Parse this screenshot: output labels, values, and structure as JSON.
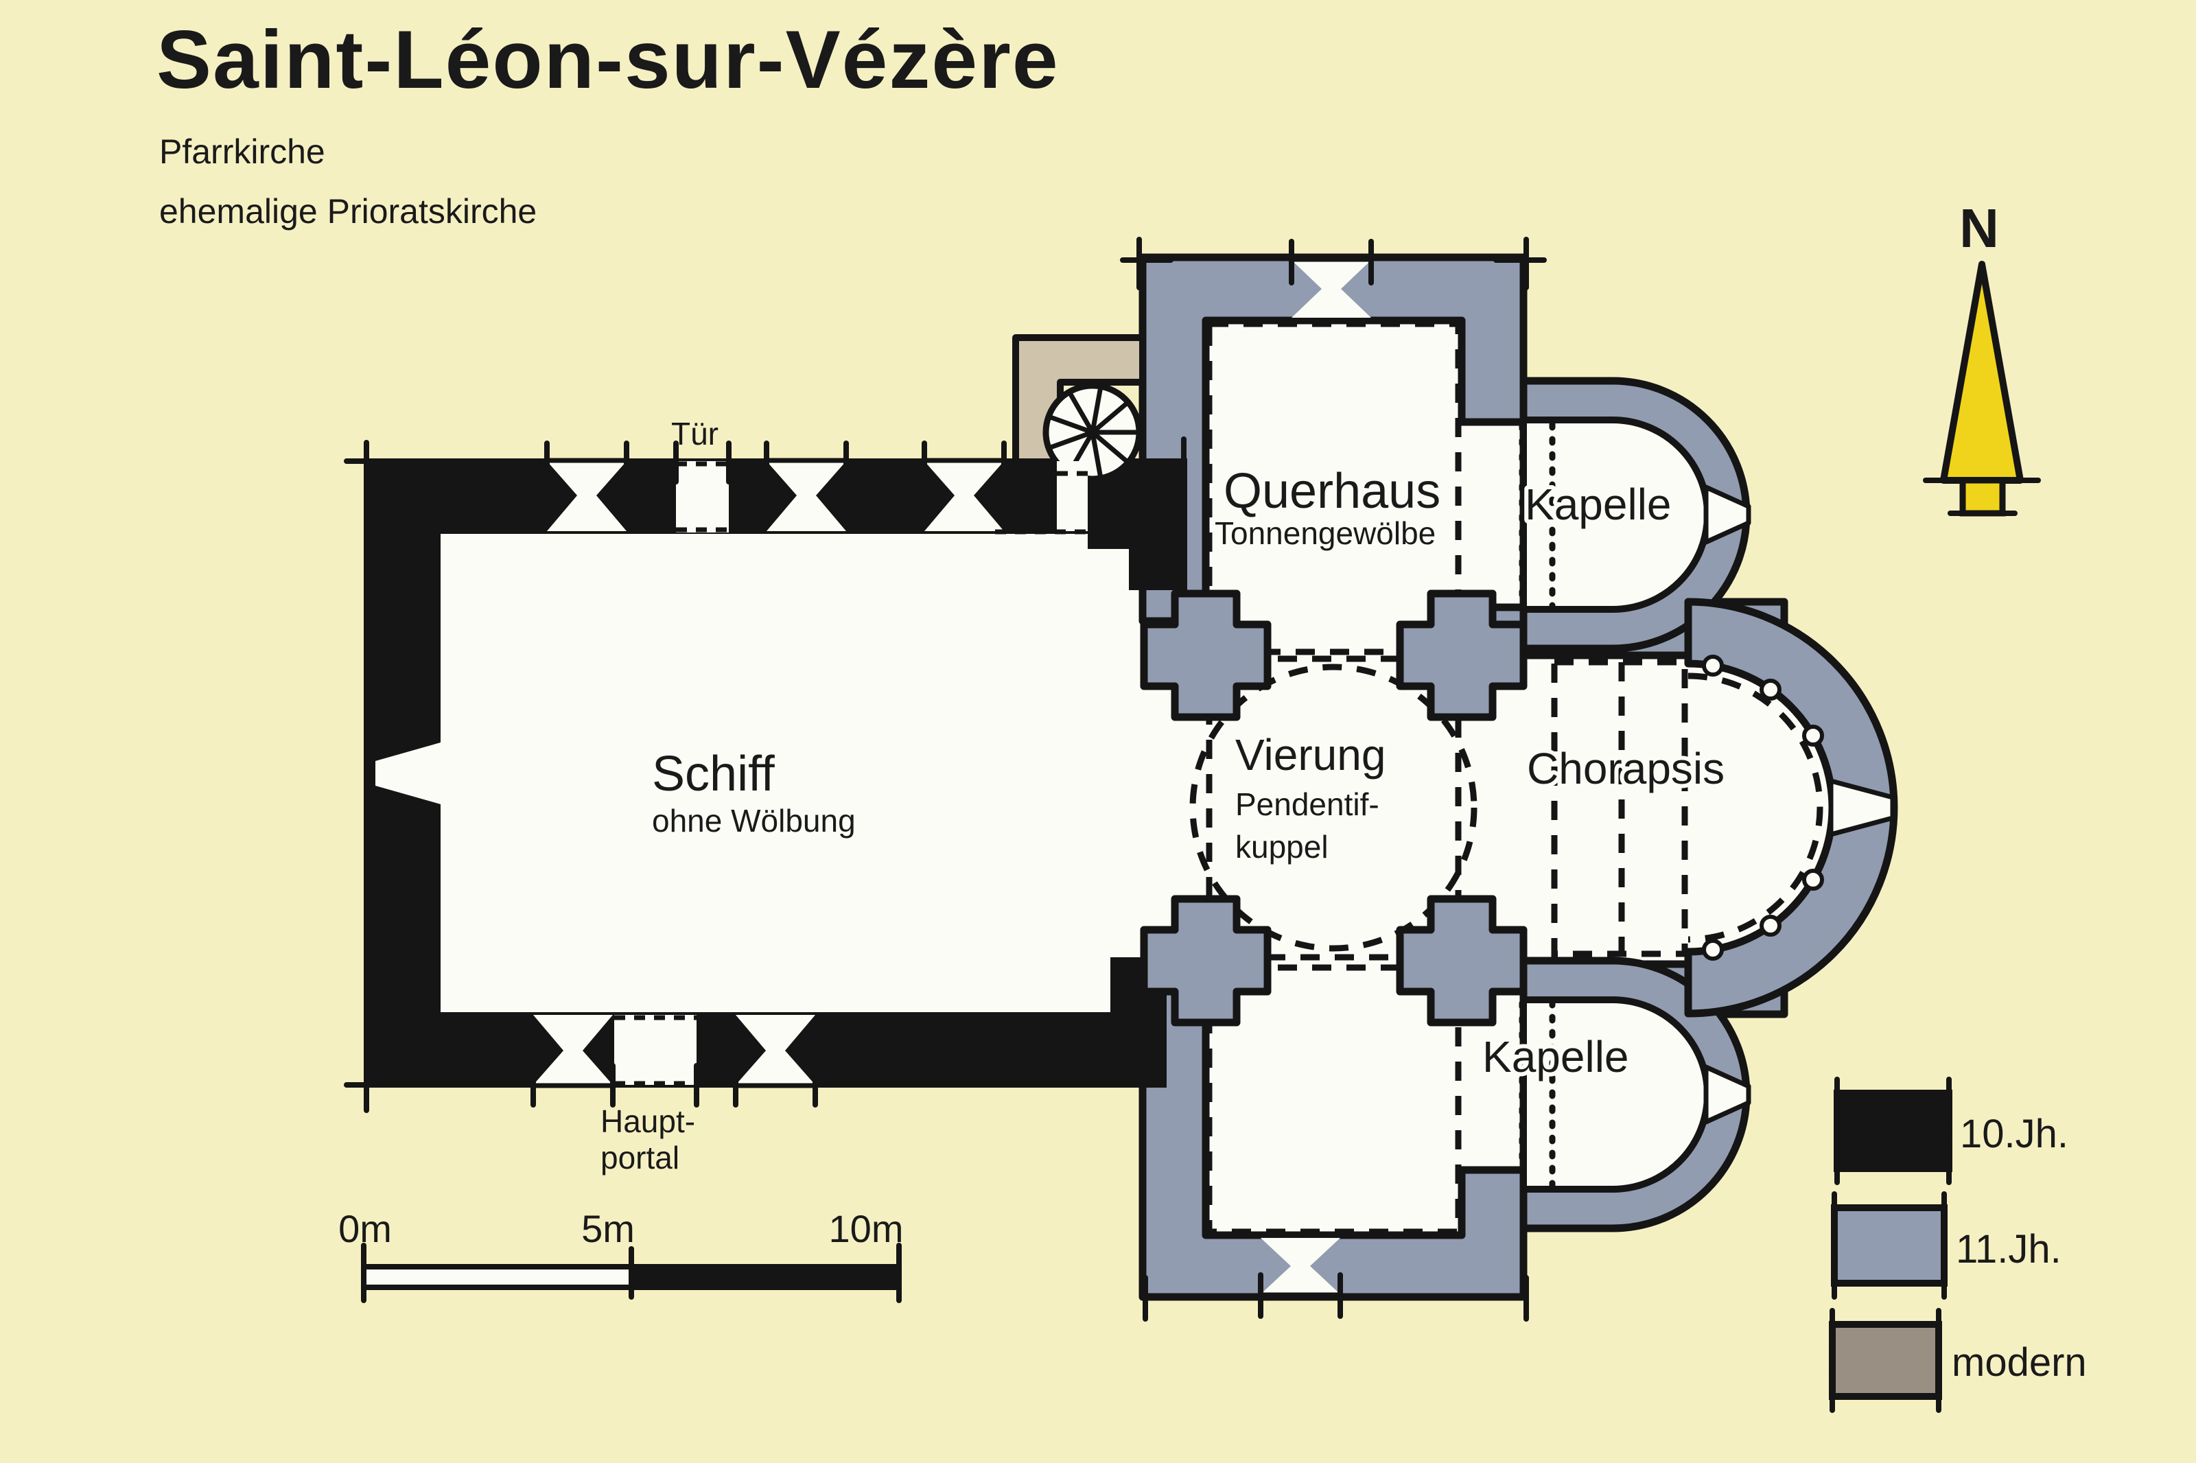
{
  "header": {
    "title": "Saint-Léon-sur-Vézère",
    "subtitle1": "Pfarrkirche",
    "subtitle2": "ehemalige Prioratskirche"
  },
  "compass": {
    "label": "N"
  },
  "rooms": {
    "nave": {
      "label": "Schiff",
      "sublabel": "ohne Wölbung"
    },
    "transept": {
      "label": "Querhaus",
      "sublabel": "Tonnengewölbe"
    },
    "crossing": {
      "label": "Vierung",
      "sublabel1": "Pendentif-",
      "sublabel2": "kuppel"
    },
    "choir": {
      "label": "Chorapsis"
    },
    "chapel_north": {
      "label": "Kapelle"
    },
    "chapel_south": {
      "label": "Kapelle"
    }
  },
  "features": {
    "door": "Tür",
    "portal1": "Haupt-",
    "portal2": "portal"
  },
  "scale": {
    "tick0": "0m",
    "tick5": "5m",
    "tick10": "10m"
  },
  "legend": {
    "items": [
      {
        "label": "10.Jh.",
        "color": "#151515"
      },
      {
        "label": "11.Jh.",
        "color": "#929cb0"
      },
      {
        "label": "modern",
        "color": "#9a8f83"
      }
    ]
  },
  "colors": {
    "background": "#f5f0c2",
    "paper_white": "#fcfcf6",
    "ink": "#151515",
    "era_10jh": "#151515",
    "era_11jh": "#929cb0",
    "modern_plan": "#cfc3ac",
    "modern_legend": "#9a8f83",
    "north_arrow_yellow": "#f0d41c"
  }
}
